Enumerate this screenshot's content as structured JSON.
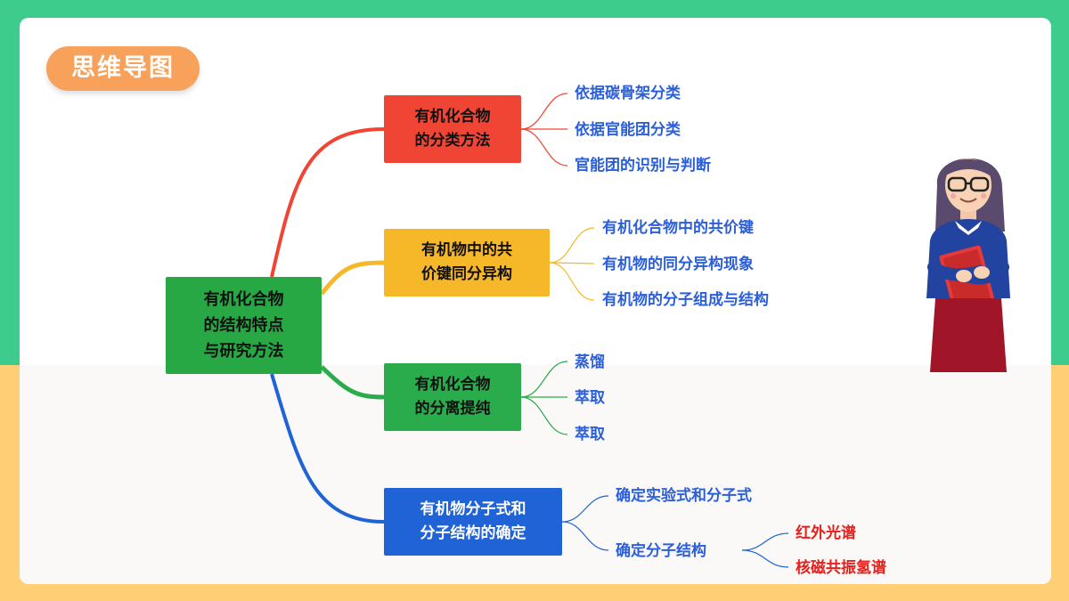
{
  "badge": "思维导图",
  "root": "有机化合物\n的结构特点\n与研究方法",
  "branches": [
    {
      "label": "有机化合物\n的分类方法",
      "color": "#f04534",
      "leaves": [
        "依据碳骨架分类",
        "依据官能团分类",
        "官能团的识别与判断"
      ]
    },
    {
      "label": "有机物中的共\n价键同分异构",
      "color": "#f6b728",
      "leaves": [
        "有机化合物中的共价键",
        "有机物的同分异构现象",
        "有机物的分子组成与结构"
      ]
    },
    {
      "label": "有机化合物\n的分离提纯",
      "color": "#2aab4c",
      "leaves": [
        "蒸馏",
        "萃取",
        "萃取"
      ]
    },
    {
      "label": "有机物分子式和\n分子结构的确定",
      "color": "#1f63d6",
      "leaves": [
        "确定实验式和分子式",
        "确定分子结构"
      ],
      "subleaves": [
        "红外光谱",
        "核磁共振氢谱"
      ]
    }
  ],
  "colors": {
    "bg_top": "#3dcc8b",
    "bg_bottom": "#ffcf75",
    "badge": "#f7a15a",
    "leaf_text": "#2b5fd9",
    "subleaf_text": "#e5201d"
  },
  "illustration": "teacher-holding-book-icon"
}
